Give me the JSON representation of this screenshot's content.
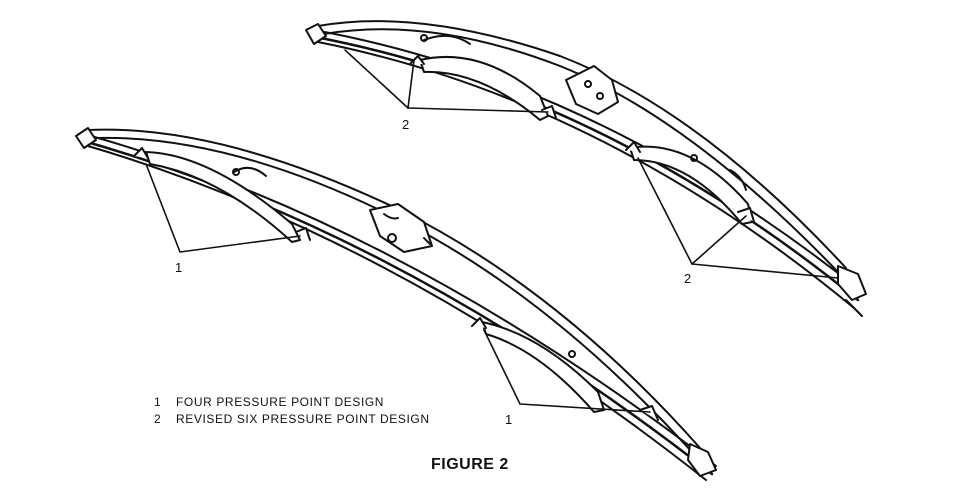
{
  "callouts": {
    "rear_blade_label": "2",
    "rear_blade_label_second": "2",
    "front_blade_label": "1",
    "front_blade_label_second": "1"
  },
  "legend": [
    {
      "number": "1",
      "text": "FOUR PRESSURE POINT DESIGN"
    },
    {
      "number": "2",
      "text": "REVISED SIX PRESSURE POINT DESIGN"
    }
  ],
  "caption": "FIGURE 2"
}
